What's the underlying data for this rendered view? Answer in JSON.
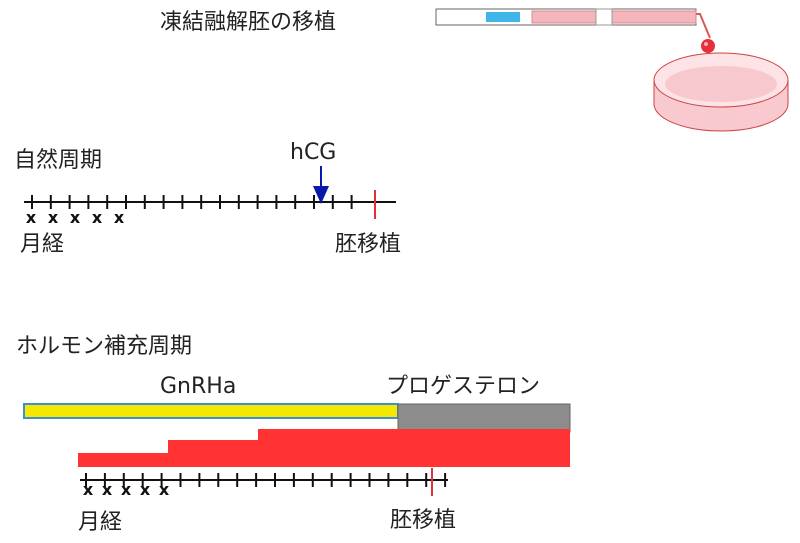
{
  "title": "凍結融解胚の移植",
  "natural_cycle": {
    "title": "自然周期",
    "hcg_label": "hCG",
    "menses_label": "月経",
    "transfer_label": "胚移植",
    "menses_marks": [
      "x",
      "x",
      "x",
      "x",
      "x"
    ]
  },
  "hrt_cycle": {
    "title": "ホルモン補充周期",
    "gnrha_label": "GnRHa",
    "progesterone_label": "プロゲステロン",
    "menses_label": "月経",
    "transfer_label": "胚移植",
    "menses_marks": [
      "x",
      "x",
      "x",
      "x",
      "x"
    ]
  },
  "colors": {
    "gnrha_bar": "#f5e800",
    "gnrha_border": "#3b8fd6",
    "progesterone_bar": "#8c8c8c",
    "estrogen_bar": "#ff3333",
    "hcg_arrow": "#0a1aa8",
    "transfer_tick": "#e0303a",
    "catheter_pink": "#f4b6bc",
    "catheter_blue": "#3fb6e8",
    "dish_pink": "#f8c9cf"
  }
}
